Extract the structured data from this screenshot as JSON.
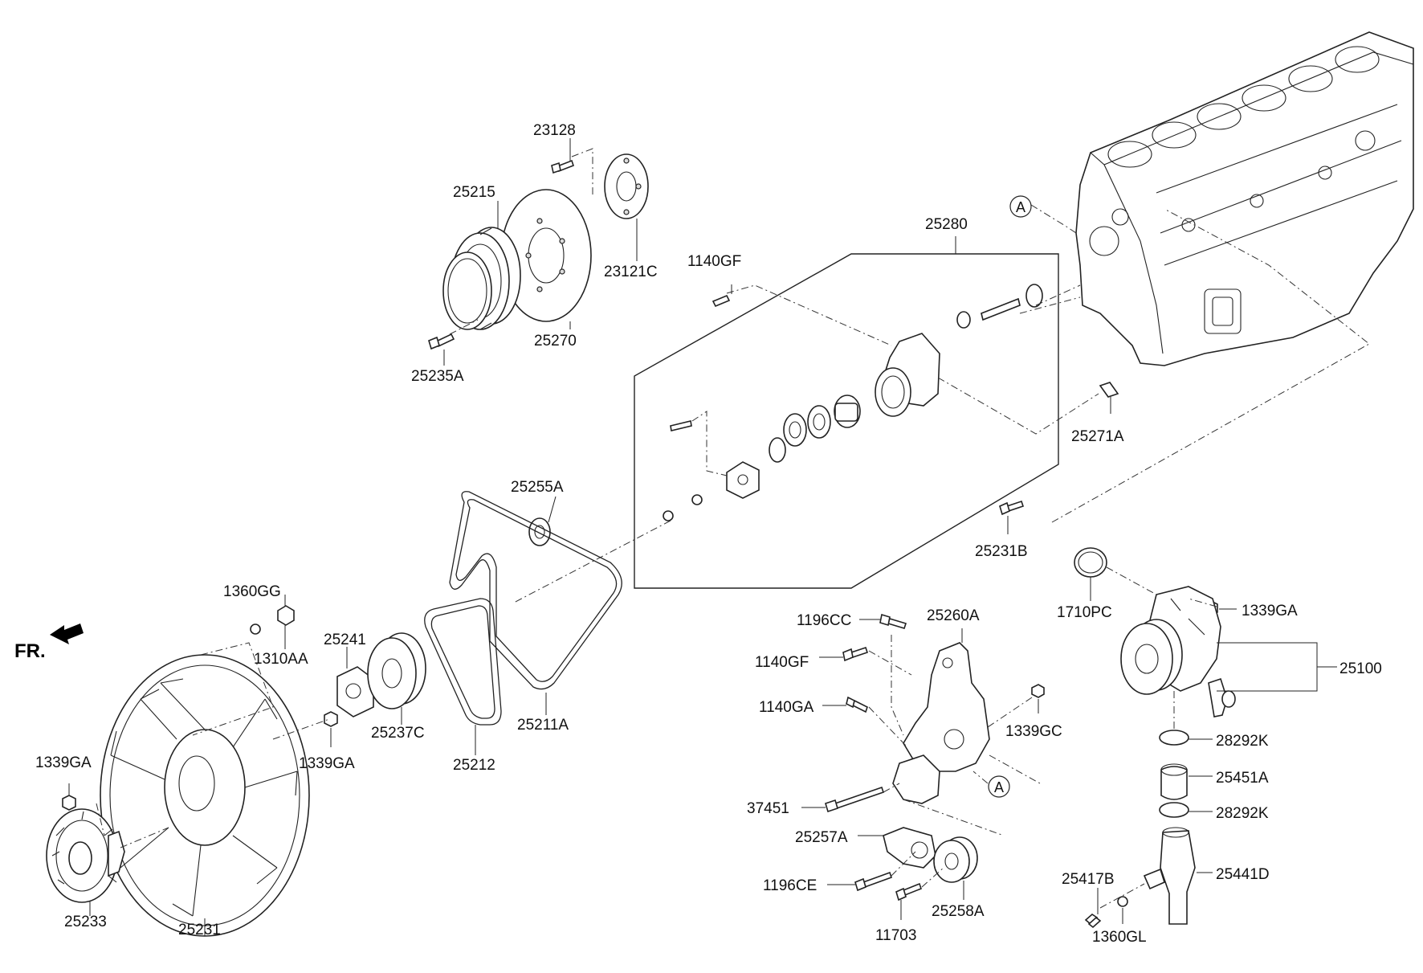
{
  "direction_marker": {
    "text": "FR."
  },
  "reference_marks": [
    "A",
    "A"
  ],
  "parts": {
    "p23128": "23128",
    "p25215": "25215",
    "p23121C": "23121C",
    "p25270": "25270",
    "p25235A": "25235A",
    "p1140GF_top": "1140GF",
    "p25280": "25280",
    "p25271A": "25271A",
    "p25255A": "25255A",
    "p25231B": "25231B",
    "p1360GG": "1360GG",
    "p1310AA": "1310AA",
    "p25241": "25241",
    "p25237C": "25237C",
    "p1339GA_mid": "1339GA",
    "p25212": "25212",
    "p25211A": "25211A",
    "p1339GA_left": "1339GA",
    "p25233": "25233",
    "p25231": "25231",
    "p1196CC": "1196CC",
    "p25260A": "25260A",
    "p1140GF_mid": "1140GF",
    "p1140GA": "1140GA",
    "p1339GC": "1339GC",
    "p37451": "37451",
    "p25257A": "25257A",
    "p1196CE": "1196CE",
    "p11703": "11703",
    "p25258A": "25258A",
    "p1710PC": "1710PC",
    "p1339GA_right": "1339GA",
    "p25100": "25100",
    "p28292K_top": "28292K",
    "p25451A": "25451A",
    "p28292K_bot": "28292K",
    "p25417B": "25417B",
    "p25441D": "25441D",
    "p1360GL": "1360GL"
  }
}
